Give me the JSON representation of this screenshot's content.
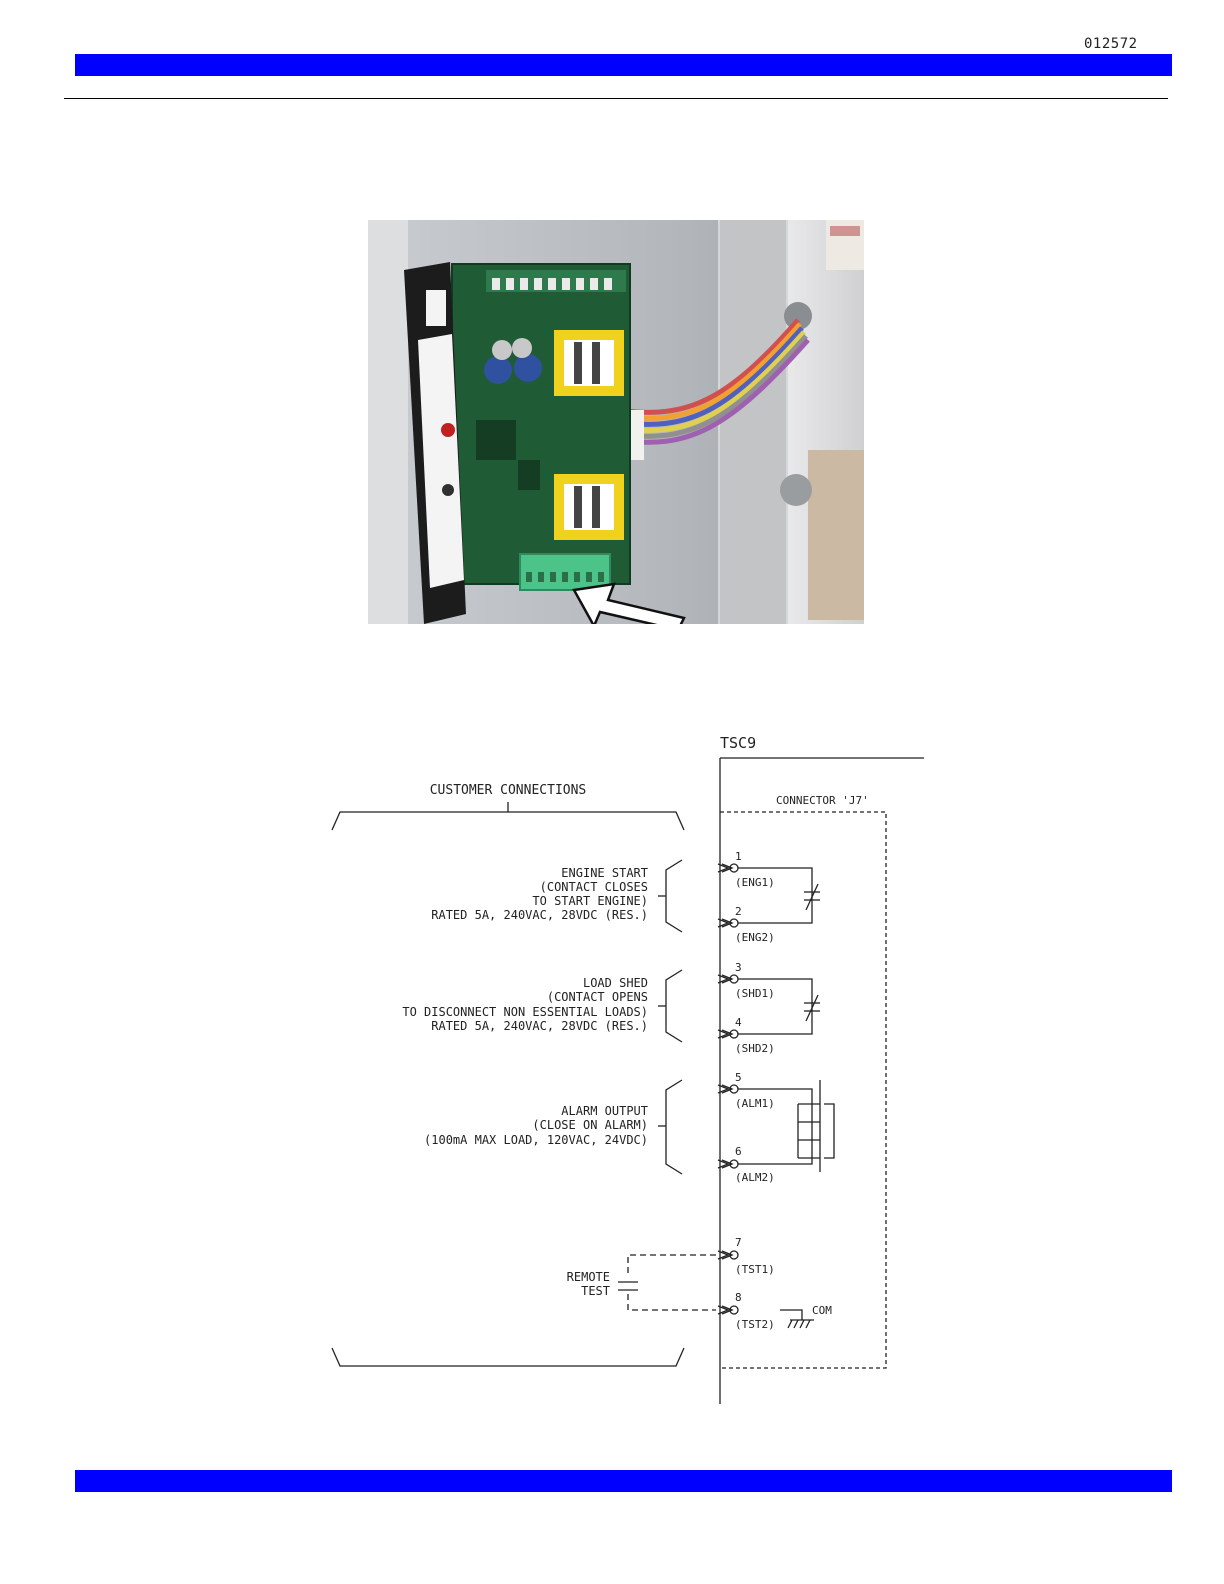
{
  "header": {
    "doc_number": "012572"
  },
  "colors": {
    "bar": "#0000ff",
    "board_green": "#1f5c36",
    "terminal_green": "#4cc389"
  },
  "photo": {
    "icon": "controller-board-photo"
  },
  "schematic": {
    "controller": "TSC9",
    "customer_label": "CUSTOMER CONNECTIONS",
    "connector_label": "CONNECTOR 'J7'",
    "groups": {
      "engine": [
        "ENGINE START",
        "(CONTACT CLOSES",
        "TO START ENGINE)",
        "RATED 5A, 240VAC, 28VDC (RES.)"
      ],
      "shed": [
        "LOAD SHED",
        "(CONTACT OPENS",
        "TO DISCONNECT NON ESSENTIAL LOADS)",
        "RATED 5A, 240VAC, 28VDC (RES.)"
      ],
      "alarm": [
        "ALARM OUTPUT",
        "(CLOSE ON ALARM)",
        "(100mA MAX LOAD, 120VAC, 24VDC)"
      ],
      "remote": [
        "REMOTE",
        "TEST"
      ]
    },
    "terminals": [
      {
        "num": "1",
        "name": "(ENG1)"
      },
      {
        "num": "2",
        "name": "(ENG2)"
      },
      {
        "num": "3",
        "name": "(SHD1)"
      },
      {
        "num": "4",
        "name": "(SHD2)"
      },
      {
        "num": "5",
        "name": "(ALM1)"
      },
      {
        "num": "6",
        "name": "(ALM2)"
      },
      {
        "num": "7",
        "name": "(TST1)"
      },
      {
        "num": "8",
        "name": "(TST2)"
      }
    ],
    "com_label": "COM"
  }
}
